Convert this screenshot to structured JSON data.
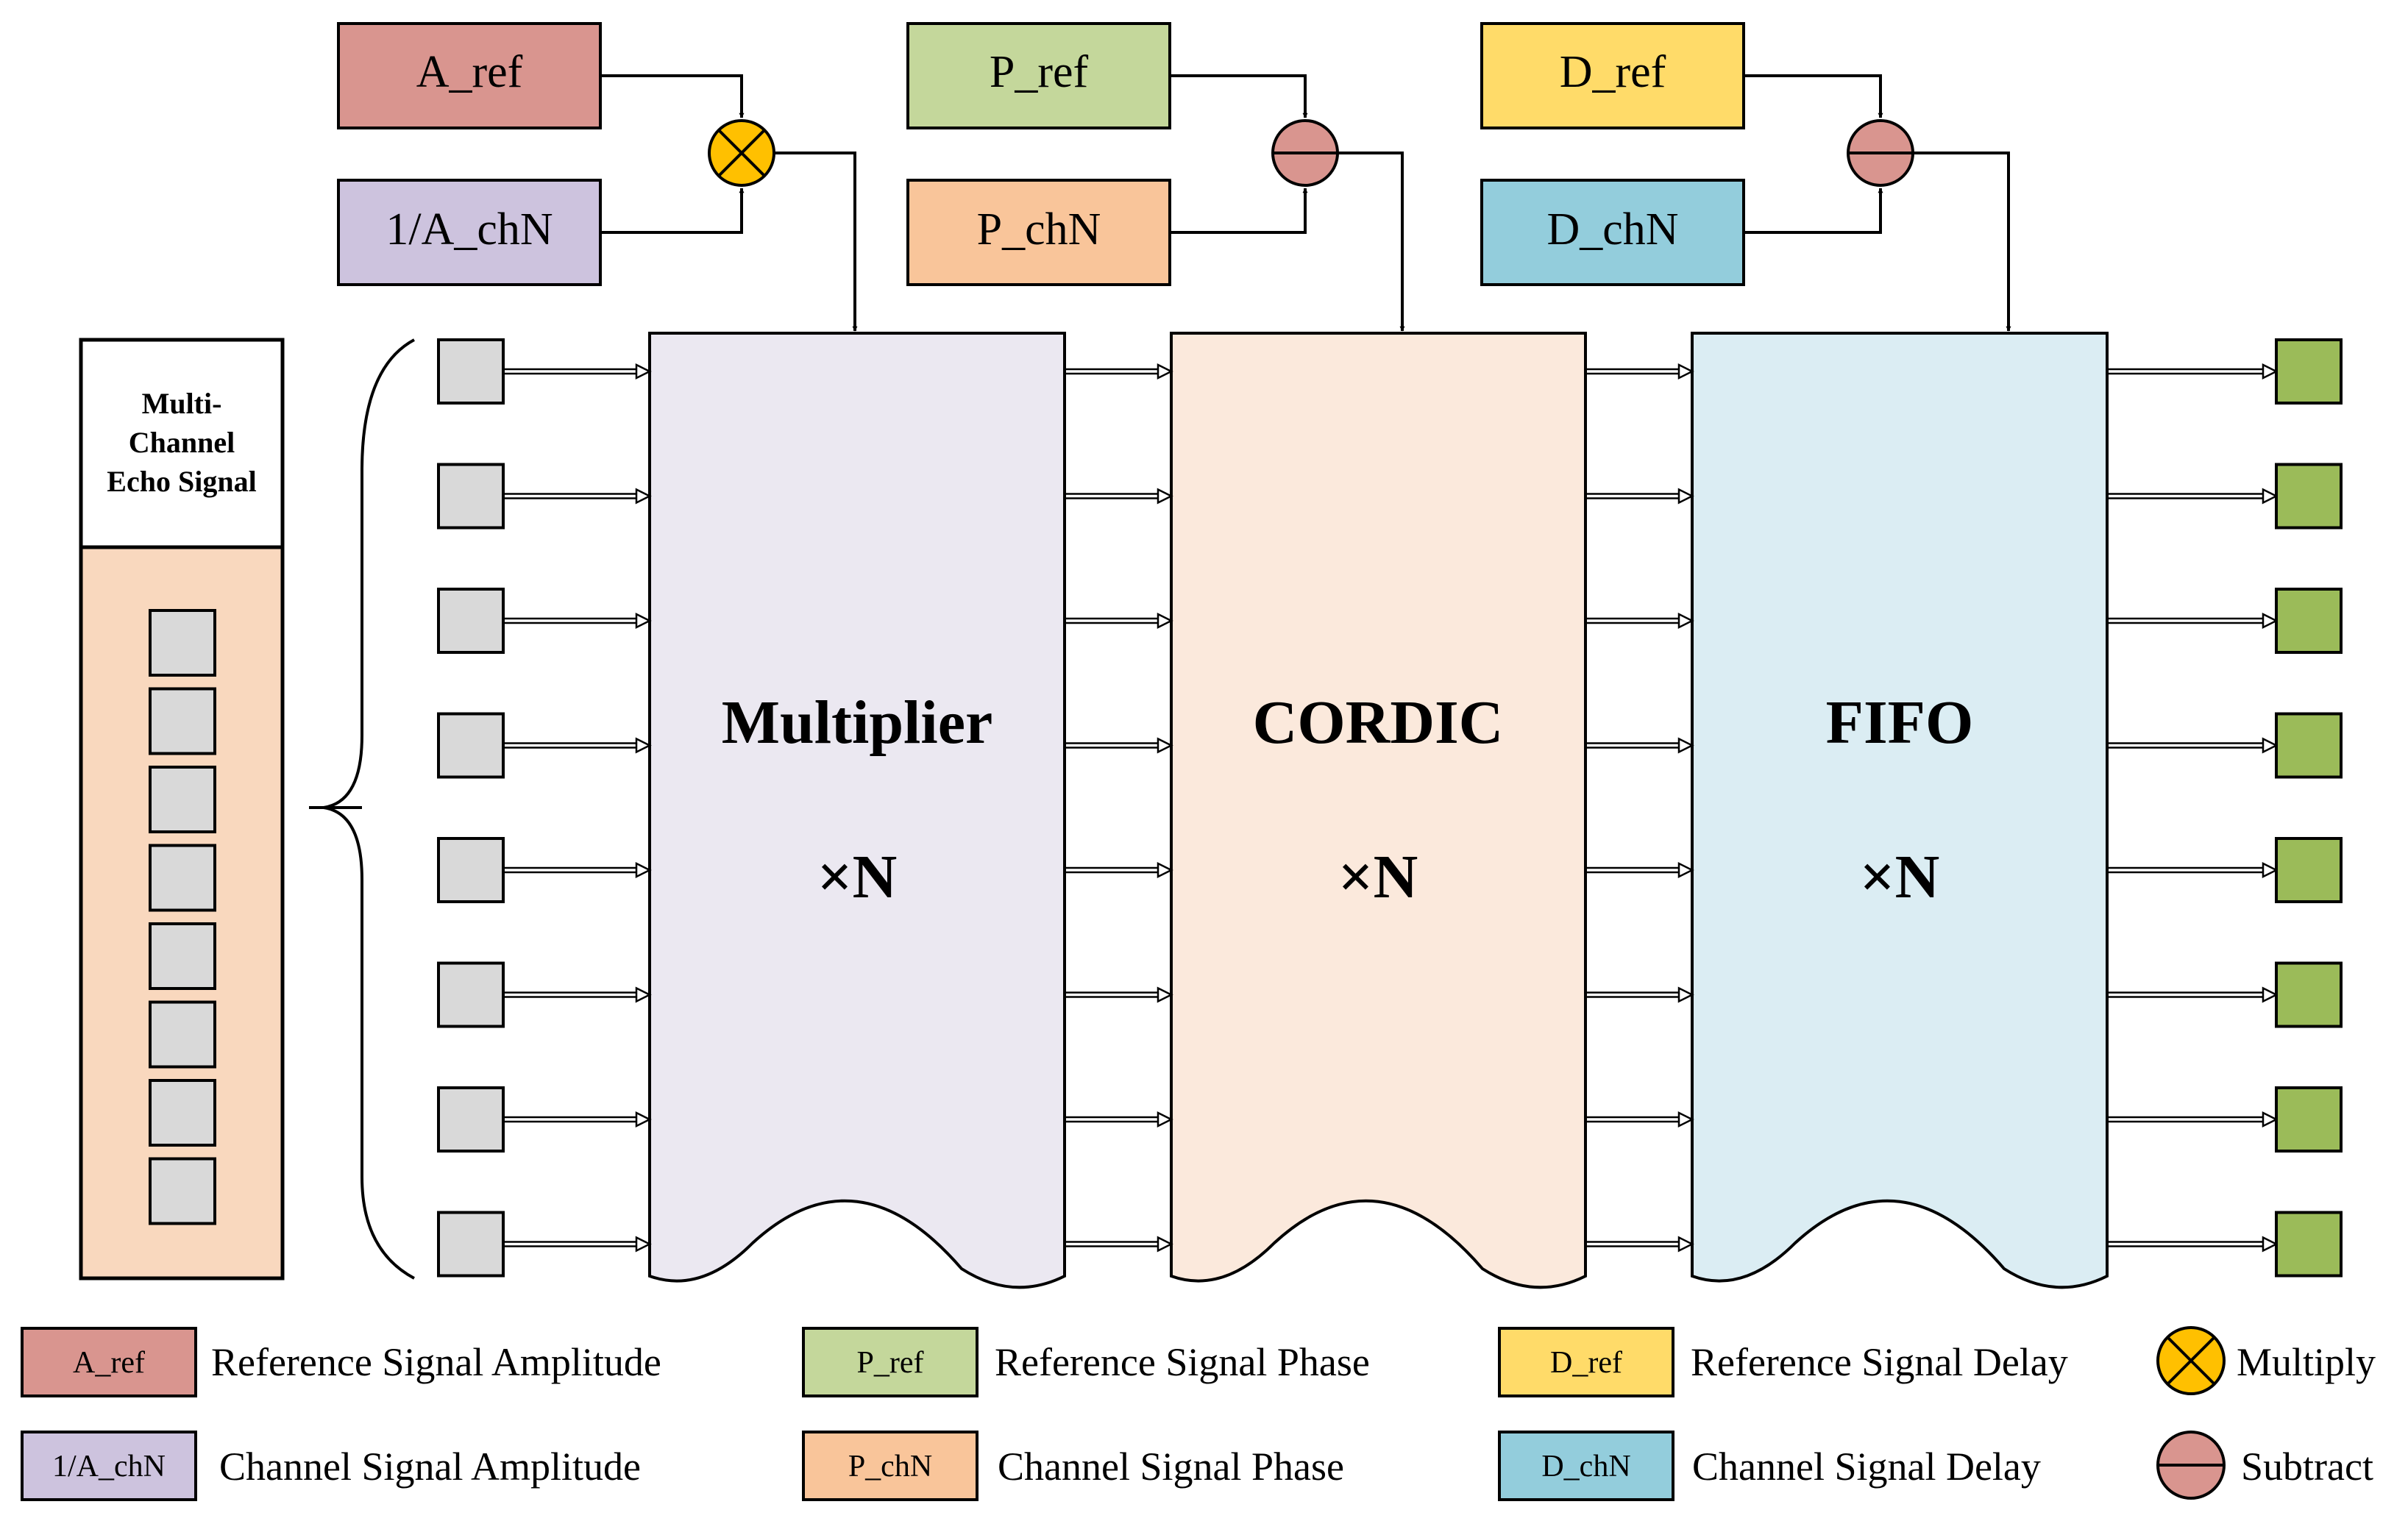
{
  "inputs": {
    "a_ref": "A_ref",
    "inv_a_chn": "1/A_chN",
    "p_ref": "P_ref",
    "p_chn": "P_chN",
    "d_ref": "D_ref",
    "d_chn": "D_chN"
  },
  "echo": {
    "title_line1": "Multi-",
    "title_line2": "Channel",
    "title_line3": "Echo Signal"
  },
  "modules": {
    "multiplier": {
      "name": "Multiplier",
      "count": "×N"
    },
    "cordic": {
      "name": "CORDIC",
      "count": "×N"
    },
    "fifo": {
      "name": "FIFO",
      "count": "×N"
    }
  },
  "legend": {
    "a_ref_swatch": "A_ref",
    "a_ref_desc": "Reference Signal Amplitude",
    "inv_a_swatch": "1/A_chN",
    "inv_a_desc": "Channel Signal Amplitude",
    "p_ref_swatch": "P_ref",
    "p_ref_desc": "Reference Signal Phase",
    "p_chn_swatch": "P_chN",
    "p_chn_desc": "Channel Signal Phase",
    "d_ref_swatch": "D_ref",
    "d_ref_desc": "Reference Signal Delay",
    "d_chn_swatch": "D_chN",
    "d_chn_desc": "Channel Signal Delay",
    "multiply": "Multiply",
    "subtract": "Subtract"
  },
  "colors": {
    "a_ref": "#d9958f",
    "inv_a": "#cdc3de",
    "p_ref": "#c4d79b",
    "p_chn": "#f9c59a",
    "d_ref": "#ffdb69",
    "d_chn": "#93cddc",
    "multiply_op": "#ffc000",
    "subtract_op": "#d9958f",
    "multiplier_bg": "#ebe8f1",
    "cordic_bg": "#fbe9dc",
    "fifo_bg": "#dbedf3",
    "echo_bg": "#f9d8be",
    "input_cell": "#d9d9d9",
    "output_cell": "#9bbb59"
  }
}
